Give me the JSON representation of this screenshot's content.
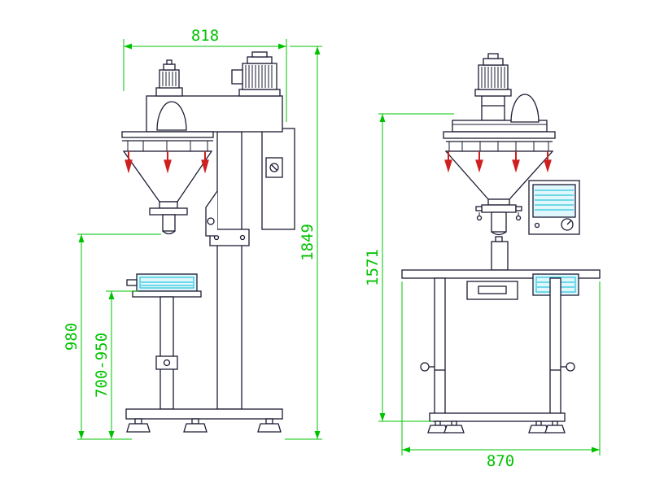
{
  "colors": {
    "background": "#ffffff",
    "outline": "#1b1b33",
    "dimension_green": "#00c300",
    "clamp_red": "#d01f1f",
    "highlight_cyan_stroke": "#00b8d4",
    "highlight_cyan_fill": "#dff7fd"
  },
  "views": {
    "side": {
      "dims": {
        "top_width": "818",
        "overall_height": "1849",
        "outlet_height": "980",
        "table_height_range": "700-950"
      }
    },
    "front": {
      "dims": {
        "height": "1571",
        "base_width": "870"
      }
    }
  }
}
